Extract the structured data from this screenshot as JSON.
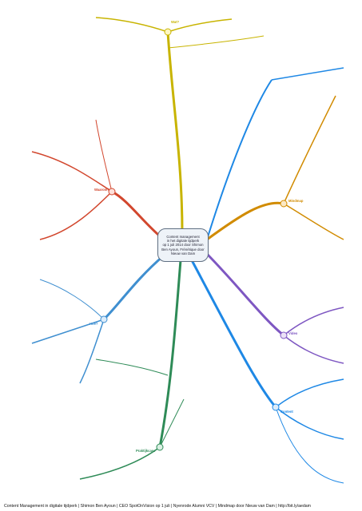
{
  "center": {
    "title": "Content management\nin het digitale tijdperk\nop 1 juli 2014 door Shimon\nBen Ayoun, Frénétique door\nNieuw van Dam"
  },
  "branches": {
    "what": {
      "label": "Wat?",
      "color": "#c8b400"
    },
    "why": {
      "label": "Waarom?",
      "color": "#d2472e"
    },
    "how": {
      "label": "Hoe?",
      "color": "#3f8fd0"
    },
    "case": {
      "label": "Praktijkcase",
      "color": "#2e8b57"
    },
    "mindmap": {
      "label": "Mindmap",
      "color": "#d18b00"
    },
    "video": {
      "label": "Video",
      "color": "#7e57c2"
    },
    "content": {
      "label": "Content",
      "color": "#1e88e5"
    }
  },
  "caption": "Content Management in digitale tijdperk | Shimon Ben Ayoun | CEO SpotOnVision op 1 juli | Nyenrode Alumni VCV | Mindmap door Nieuw van Dam | http://bit.ly/aedam"
}
